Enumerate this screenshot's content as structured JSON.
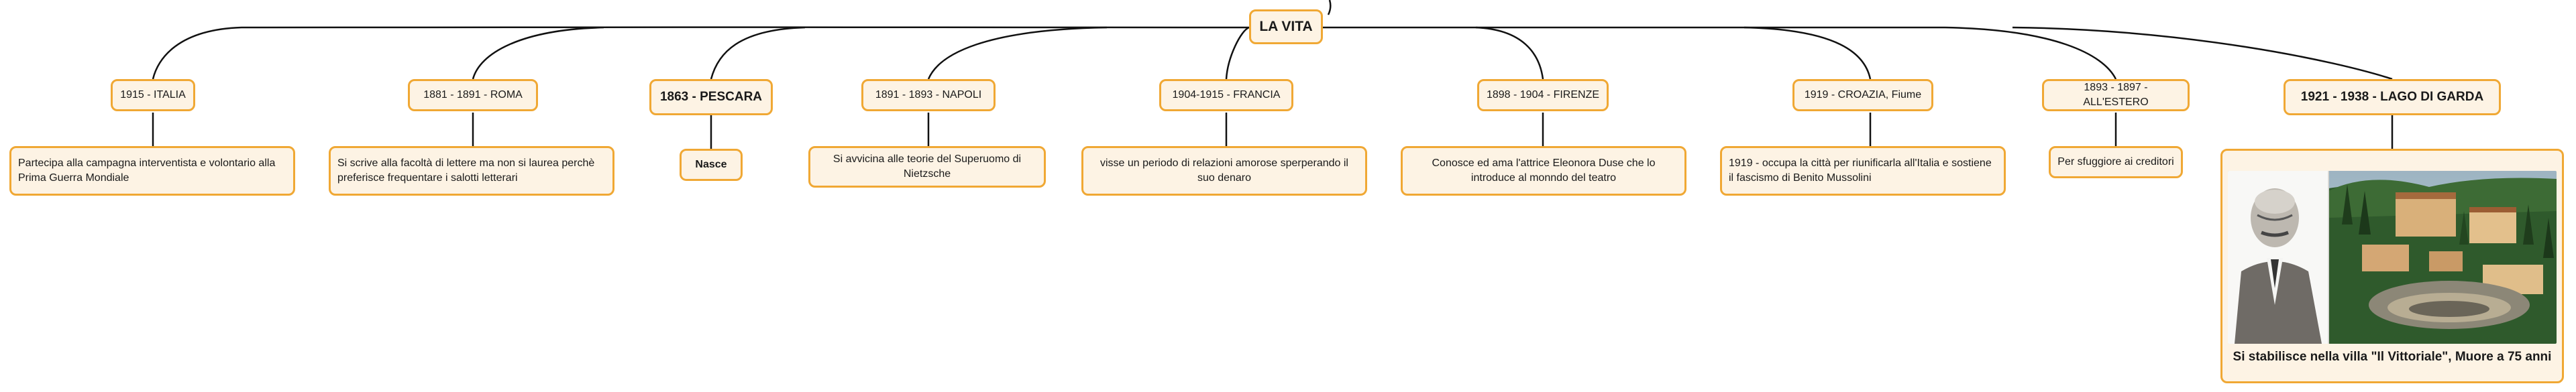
{
  "root": {
    "label": "LA VITA"
  },
  "periods": [
    {
      "id": "p1",
      "label": "1915 - ITALIA",
      "detail": "Partecipa alla campagna interventista e volontario alla Prima Guerra Mondiale"
    },
    {
      "id": "p2",
      "label": "1881 - 1891 - ROMA",
      "detail": "Si scrive alla facoltà di lettere ma non si laurea perchè preferisce frequentare i salotti letterari"
    },
    {
      "id": "p3",
      "label": "1863 - PESCARA",
      "detail": "Nasce"
    },
    {
      "id": "p4",
      "label": "1891 - 1893 - NAPOLI",
      "detail": "Si avvicina alle teorie del Superuomo di Nietzsche"
    },
    {
      "id": "p5",
      "label": "1904-1915 - FRANCIA",
      "detail": "visse un periodo di relazioni amorose sperperando il suo denaro"
    },
    {
      "id": "p6",
      "label": "1898 - 1904 - FIRENZE",
      "detail": "Conosce ed ama l'attrice Eleonora Duse che lo introduce al monndo del teatro"
    },
    {
      "id": "p7",
      "label": "1919 - CROAZIA, Fiume",
      "detail": "1919 - occupa la città per riunificarla all'Italia e sostiene il fascismo di Benito Mussolini"
    },
    {
      "id": "p8",
      "label": "1893 - 1897 - ALL'ESTERO",
      "detail": "Per sfuggiore ai creditori"
    },
    {
      "id": "p9",
      "label": "1921 - 1938 - LAGO DI GARDA",
      "detail": "Si stabilisce nella villa \"Il Vittoriale\", Muore a 75 anni"
    }
  ],
  "colors": {
    "border": "#f0a834",
    "fill": "#fdf3e4",
    "line": "#111111"
  }
}
